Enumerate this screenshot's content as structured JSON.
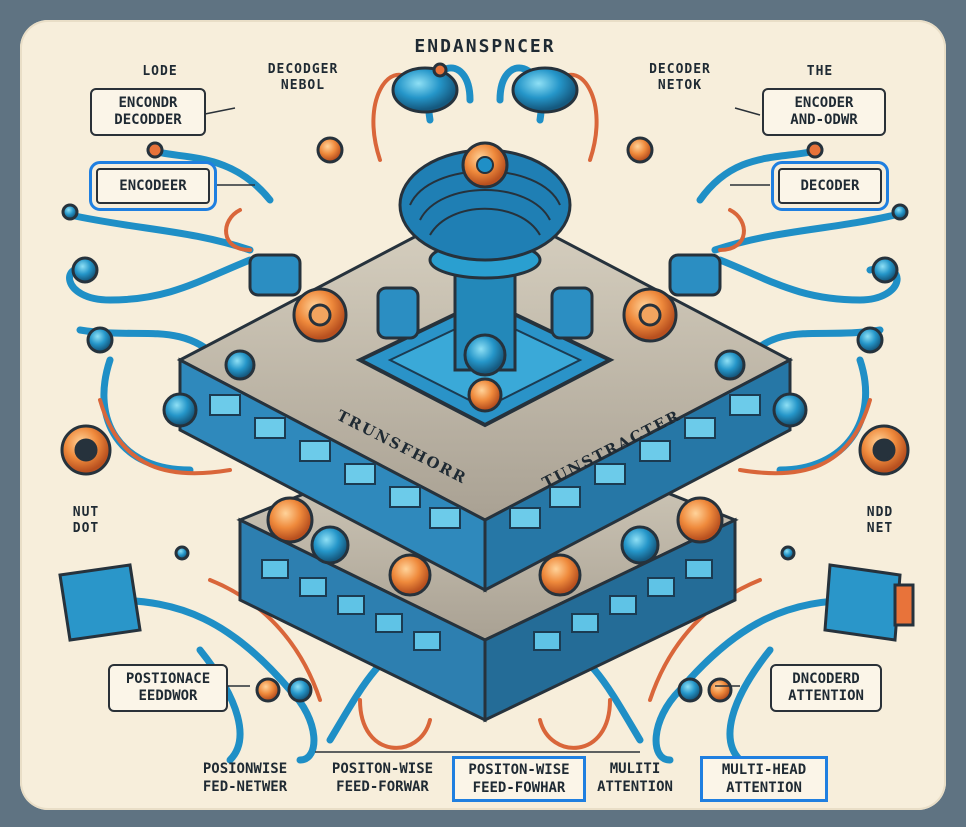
{
  "title": "ENDANSPNCER",
  "top_labels": {
    "left_small": "LODE",
    "left_mid": [
      "DECODGER",
      "NEBOL"
    ],
    "right_mid": [
      "DECODER",
      "NETOK"
    ],
    "right_small": "THE"
  },
  "boxes": {
    "encoder_decoder": [
      "ENCONDR",
      "DECODDER"
    ],
    "encoder": "ENCODEER",
    "decoder": "DECODER",
    "encoder_and_oder": [
      "ENCODER",
      "AND-ODWR"
    ],
    "positionace": [
      "POSTIONACE",
      "EEDDWOR"
    ],
    "dncoderd_attention": [
      "DNCODERD",
      "ATTENTION"
    ]
  },
  "side_labels": {
    "left": [
      "NUT",
      "DOT"
    ],
    "right": [
      "NDD",
      "NET"
    ]
  },
  "plate_labels": {
    "left": "TRUNSFHORR",
    "right": "TUNSTRACTER"
  },
  "bottom_labels": [
    {
      "lines": [
        "POSIONWISE",
        "FED-NETWER"
      ],
      "highlight": false
    },
    {
      "lines": [
        "POSITON-WISE",
        "FEED-FORWAR"
      ],
      "highlight": false
    },
    {
      "lines": [
        "POSITON-WISE",
        "FEED-FOWHAR"
      ],
      "highlight": true
    },
    {
      "lines": [
        "MULITI",
        "ATTENTION"
      ],
      "highlight": false
    },
    {
      "lines": [
        "MULTI-HEAD",
        "ATTENTION"
      ],
      "highlight": true
    }
  ],
  "colors": {
    "background": "#5f7382",
    "card": "#f7eedb",
    "blue": "#1f8fc6",
    "orange": "#e8733a",
    "dark": "#26323c",
    "highlight": "#1f7fe0"
  }
}
